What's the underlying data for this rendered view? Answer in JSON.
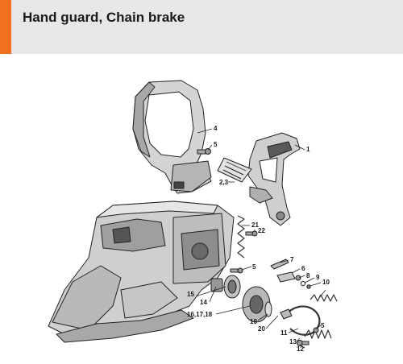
{
  "header": {
    "title": "Hand guard, Chain brake",
    "accent_color": "#f37021",
    "background_color": "#e7e7e7"
  },
  "diagram": {
    "type": "exploded-parts-view",
    "callouts": [
      "1",
      "2,3",
      "4",
      "5",
      "21",
      "22",
      "5",
      "7",
      "6",
      "8",
      "9",
      "10",
      "14",
      "15",
      "16,17,18",
      "19",
      "20",
      "11",
      "13",
      "12",
      "5"
    ]
  }
}
